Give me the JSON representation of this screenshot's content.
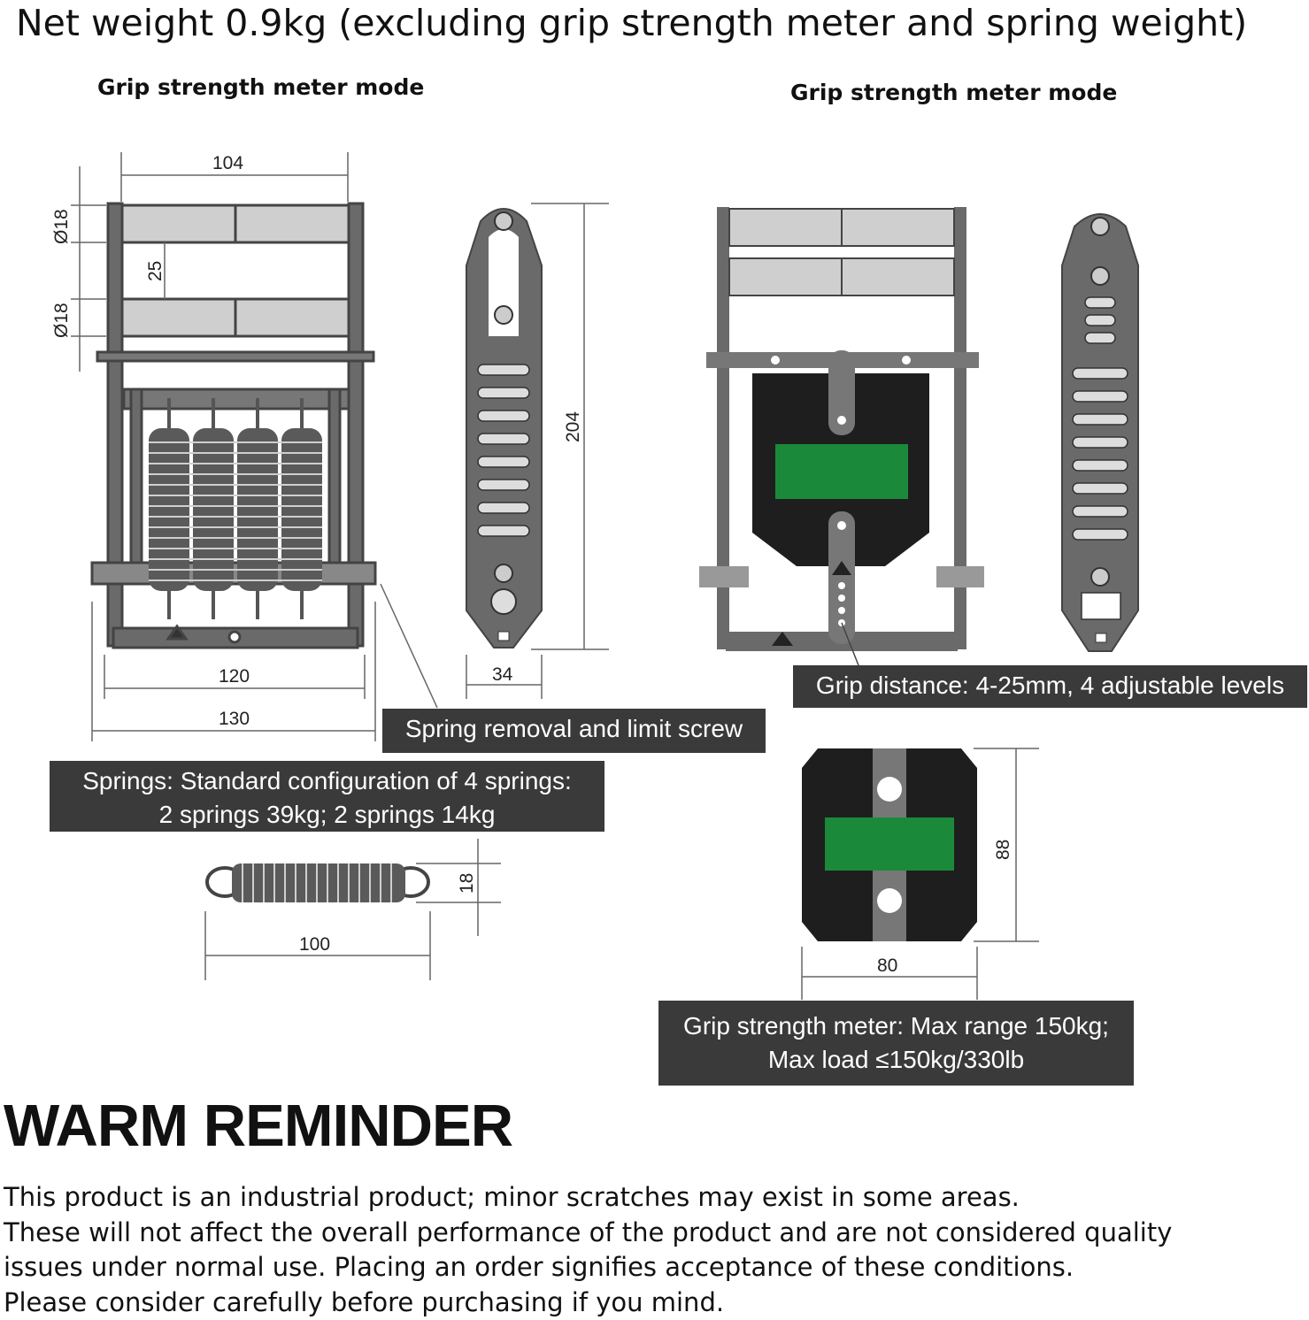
{
  "headline": "Net weight 0.9kg (excluding grip strength meter and spring weight)",
  "left_mode_title": "Grip strength meter mode",
  "right_mode_title": "Grip strength meter mode",
  "dimensions": {
    "width_top": "104",
    "handle_dia_1": "Ø18",
    "handle_gap": "25",
    "handle_dia_2": "Ø18",
    "height": "204",
    "inner_width": "120",
    "outer_width": "130",
    "side_thickness": "34",
    "spring_length": "100",
    "spring_dia": "18",
    "meter_width": "80",
    "meter_height": "88"
  },
  "callouts": {
    "spring_screw": "Spring removal and limit screw",
    "grip_distance": "Grip distance: 4-25mm, 4 adjustable levels",
    "springs_line1": "Springs: Standard configuration of 4 springs:",
    "springs_line2": "2 springs 39kg; 2 springs 14kg",
    "meter_line1": "Grip strength meter: Max range 150kg;",
    "meter_line2": "Max load ≤150kg/330lb"
  },
  "warm": {
    "title": "WARM REMINDER",
    "line1": "This product is an industrial product; minor scratches may exist in some areas.",
    "line2": "These will not affect the overall performance of the product and are not considered quality",
    "line3": "issues under normal use. Placing an order signifies acceptance of these conditions.",
    "line4": "Please consider carefully before purchasing if you mind."
  },
  "colors": {
    "frame": "#5a5a5a",
    "handle": "#c8c8c8",
    "meter_body": "#1e1e1e",
    "display": "#1a8a3a",
    "callout_bg": "#3a3a3a"
  }
}
